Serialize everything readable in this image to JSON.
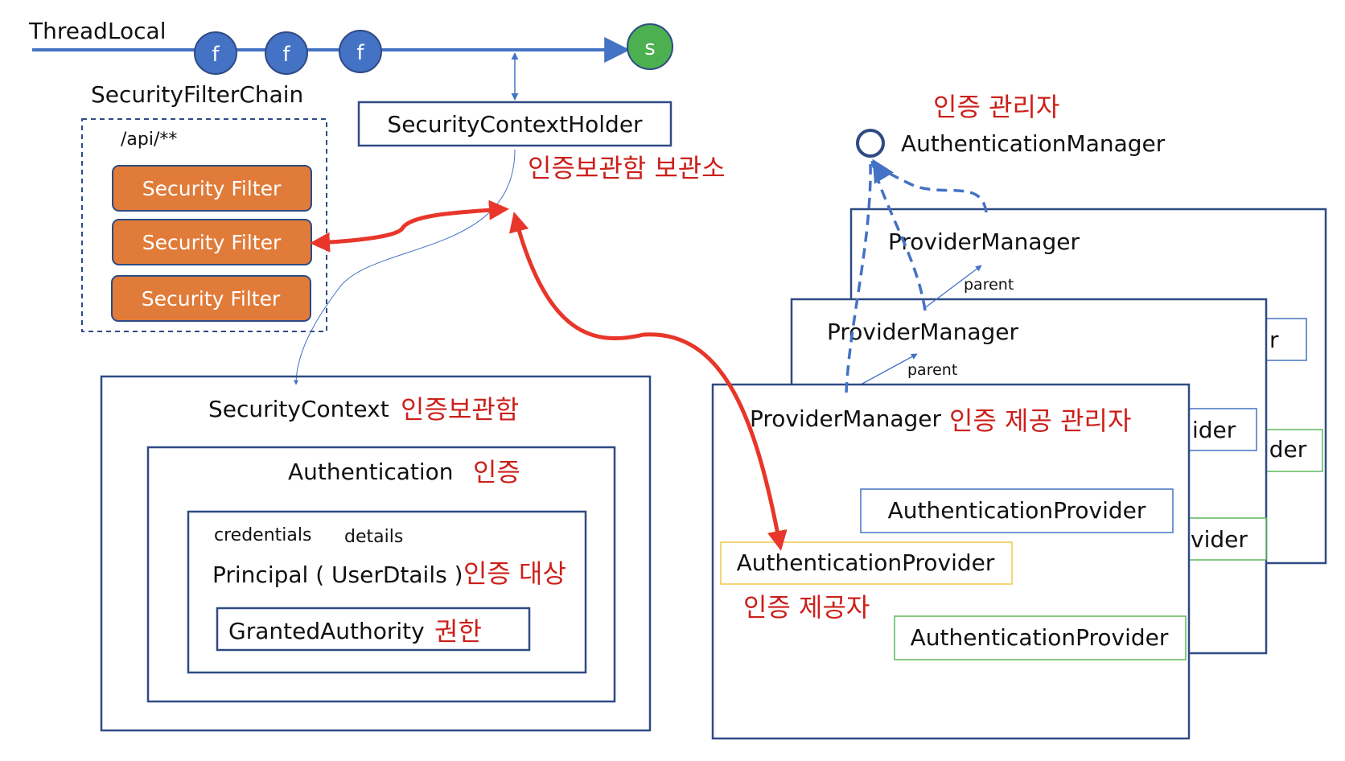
{
  "threadlocal": {
    "label": "ThreadLocal",
    "filters": [
      "f",
      "f",
      "f"
    ],
    "end": "s"
  },
  "filter_chain": {
    "title": "SecurityFilterChain",
    "path": "/api/**",
    "filters": [
      "Security Filter",
      "Security Filter",
      "Security Filter"
    ]
  },
  "holder": {
    "label": "SecurityContextHolder",
    "kr": "인증보관함 보관소"
  },
  "context": {
    "label": "SecurityContext",
    "kr": "인증보관함"
  },
  "authentication": {
    "label": "Authentication",
    "kr": "인증",
    "credentials": "credentials",
    "details": "details",
    "principal": "Principal ( UserDtails )",
    "principal_kr": "인증 대상",
    "authority": "GrantedAuthority",
    "authority_kr": "권한"
  },
  "manager": {
    "kr": "인증 관리자",
    "label": "AuthenticationManager"
  },
  "providers": {
    "back_title": "ProviderManager",
    "middle_title": "ProviderManager",
    "front_title": "ProviderManager",
    "front_kr": "인증 제공 관리자",
    "parent_label": "parent",
    "back_fragment_1": "r",
    "back_fragment_2": "ider",
    "middle_fragment_1": "ider",
    "middle_fragment_2": "vider",
    "provider_blue": "AuthenticationProvider",
    "provider_yellow": "AuthenticationProvider",
    "provider_green": "AuthenticationProvider",
    "provider_kr": "인증 제공자"
  },
  "colors": {
    "line_blue": "#4472c4",
    "box_navy": "#2f4a84",
    "filter_orange": "#e07b39",
    "start_green": "#4caf50",
    "arrow_red": "#e8362a",
    "korean_red": "#cc1f1a",
    "yellow_border": "#f2c94c",
    "green_border": "#5cb85c"
  }
}
